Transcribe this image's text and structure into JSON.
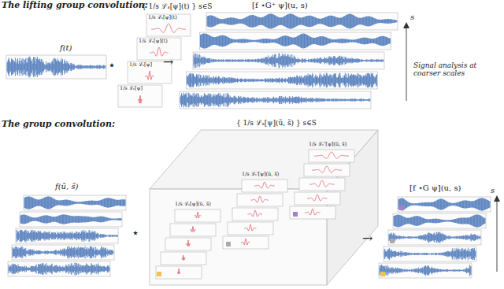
{
  "diagram": {
    "labels": [
      "The lifting group convolution:",
      "f(t)",
      "{ 1/s ℒₛ[ψ](t) } s∈S",
      "1/s ℒₛ[ψ](t)",
      "1/s ℒₛ[ψ](t)",
      "1/s ℒₛ[ψ]",
      "1/s ℒₛ[ψ]",
      "[f ⋆G⁺ ψ](u, s)",
      "s",
      "Signal analysis at coarser scales",
      "The group convolution:",
      "f(ũ, s̃)",
      "{ 1/s ℒₛ[ψ](ũ, s̃) } s∈S",
      "1/s ℒₛ[ψ](ũ, s̃)",
      "1/s ℒₛ′[ψ](ũ, s̃)",
      "1/s ℒₛ″[ψ](ũ, s̃)",
      "[f ⋆G ψ](u, s)",
      "s",
      "⋆",
      "→",
      "⋆",
      "→"
    ]
  }
}
